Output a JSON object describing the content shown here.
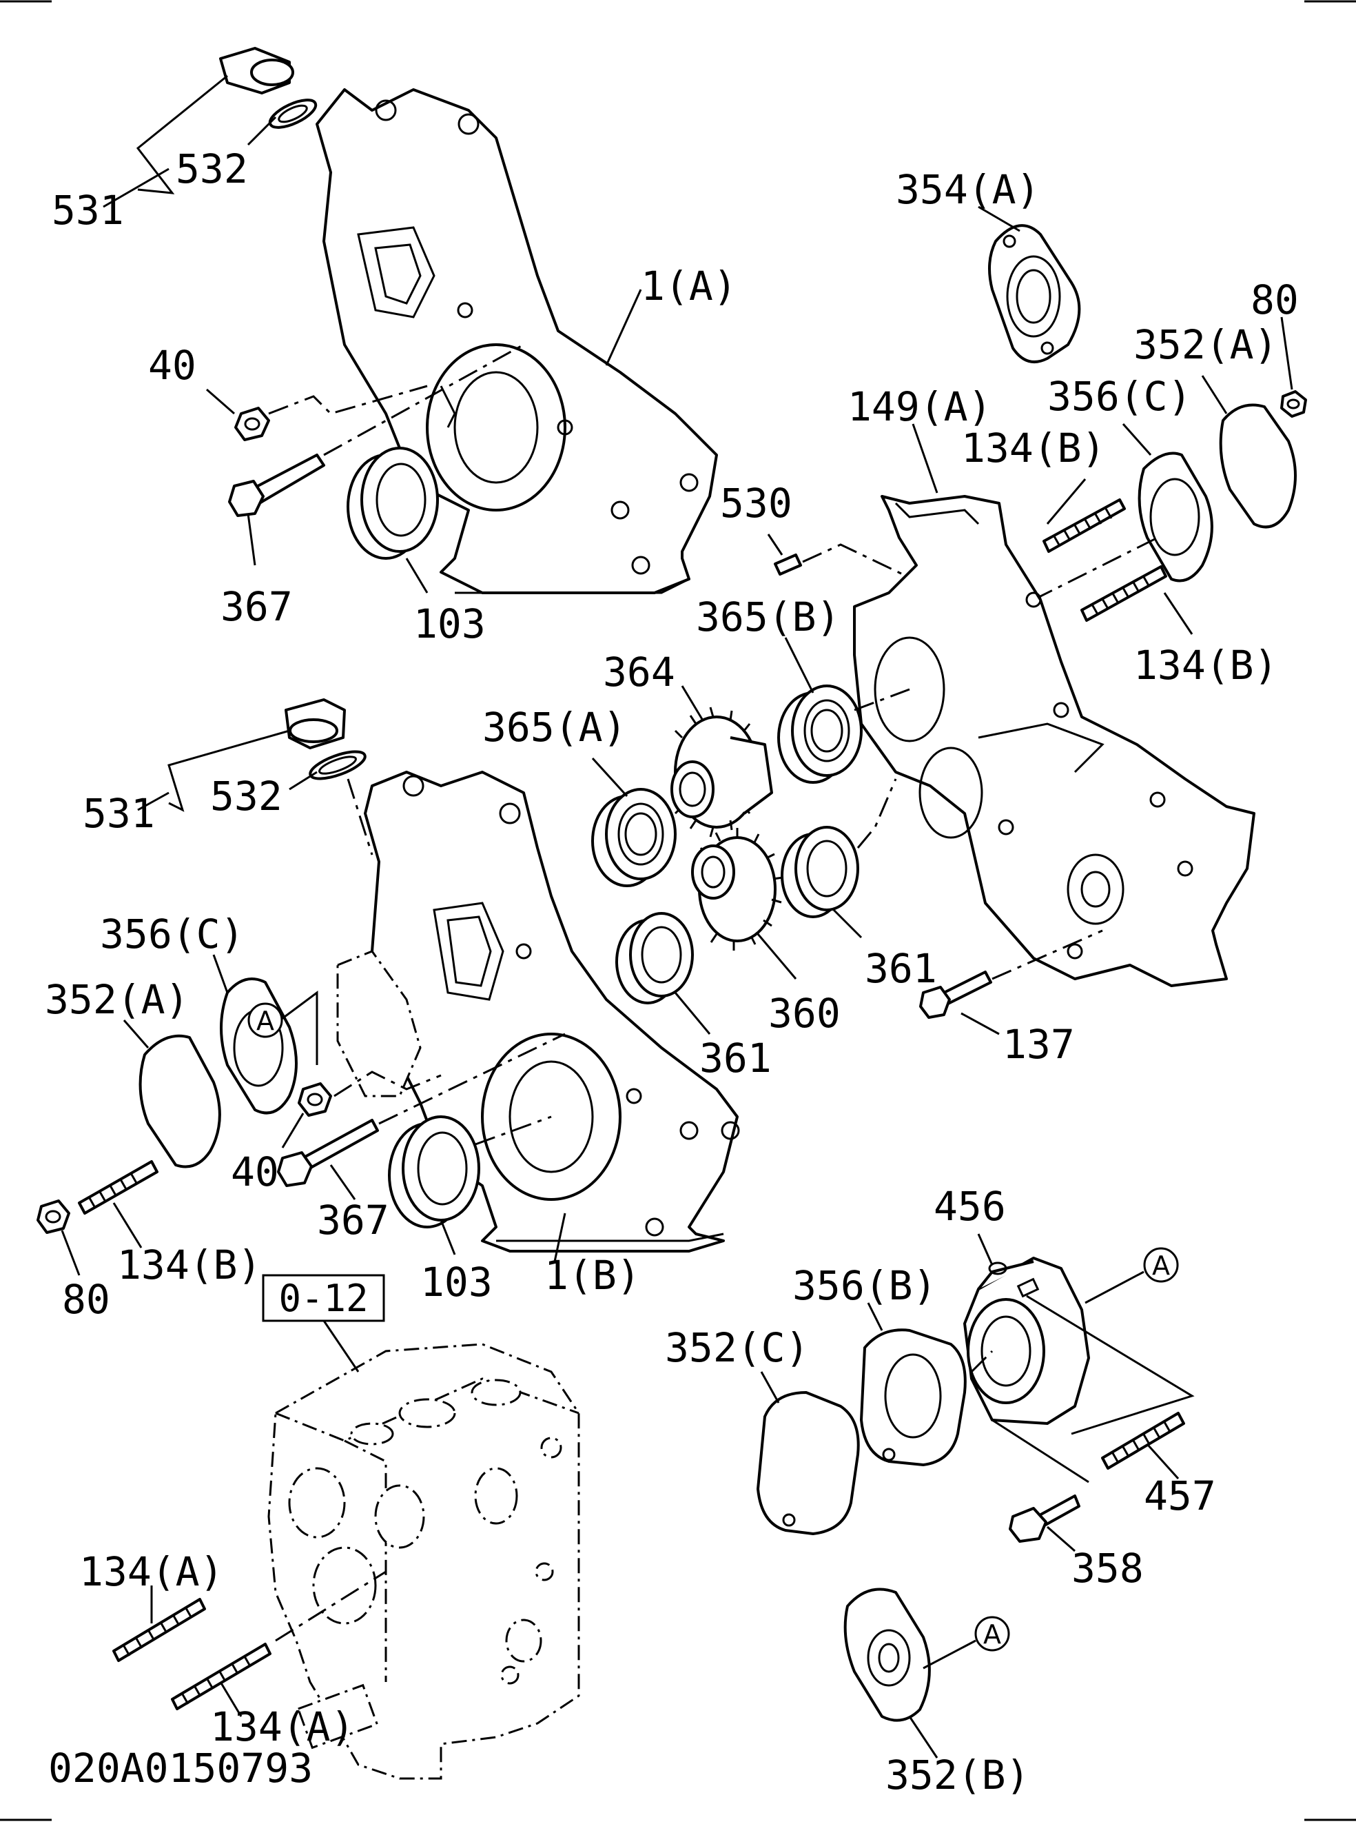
{
  "diagram_id": "020A0150793",
  "reference_box": "0-12",
  "circle_marker": "A",
  "parts": [
    {
      "key": "p531_top",
      "label": "531"
    },
    {
      "key": "p532_top",
      "label": "532"
    },
    {
      "key": "p1a",
      "label": "1(A)"
    },
    {
      "key": "p40_top",
      "label": "40"
    },
    {
      "key": "p367_top",
      "label": "367"
    },
    {
      "key": "p103_top",
      "label": "103"
    },
    {
      "key": "p354a",
      "label": "354(A)"
    },
    {
      "key": "p80_top",
      "label": "80"
    },
    {
      "key": "p352a_top",
      "label": "352(A)"
    },
    {
      "key": "p149a",
      "label": "149(A)"
    },
    {
      "key": "p356c_top",
      "label": "356(C)"
    },
    {
      "key": "p134b_top1",
      "label": "134(B)"
    },
    {
      "key": "p530",
      "label": "530"
    },
    {
      "key": "p134b_top2",
      "label": "134(B)"
    },
    {
      "key": "p365b",
      "label": "365(B)"
    },
    {
      "key": "p364",
      "label": "364"
    },
    {
      "key": "p365a",
      "label": "365(A)"
    },
    {
      "key": "p531_mid",
      "label": "531"
    },
    {
      "key": "p532_mid",
      "label": "532"
    },
    {
      "key": "p356c_mid",
      "label": "356(C)"
    },
    {
      "key": "p352a_mid",
      "label": "352(A)"
    },
    {
      "key": "p137",
      "label": "137"
    },
    {
      "key": "p361_right",
      "label": "361"
    },
    {
      "key": "p360",
      "label": "360"
    },
    {
      "key": "p361_left",
      "label": "361"
    },
    {
      "key": "p40_mid",
      "label": "40"
    },
    {
      "key": "p367_mid",
      "label": "367"
    },
    {
      "key": "p103_mid",
      "label": "103"
    },
    {
      "key": "p1b",
      "label": "1(B)"
    },
    {
      "key": "p134b_mid",
      "label": "134(B)"
    },
    {
      "key": "p80_mid",
      "label": "80"
    },
    {
      "key": "p456",
      "label": "456"
    },
    {
      "key": "p356b",
      "label": "356(B)"
    },
    {
      "key": "p352c",
      "label": "352(C)"
    },
    {
      "key": "p457",
      "label": "457"
    },
    {
      "key": "p358",
      "label": "358"
    },
    {
      "key": "p134a_top",
      "label": "134(A)"
    },
    {
      "key": "p134a_bot",
      "label": "134(A)"
    },
    {
      "key": "p352b",
      "label": "352(B)"
    }
  ]
}
